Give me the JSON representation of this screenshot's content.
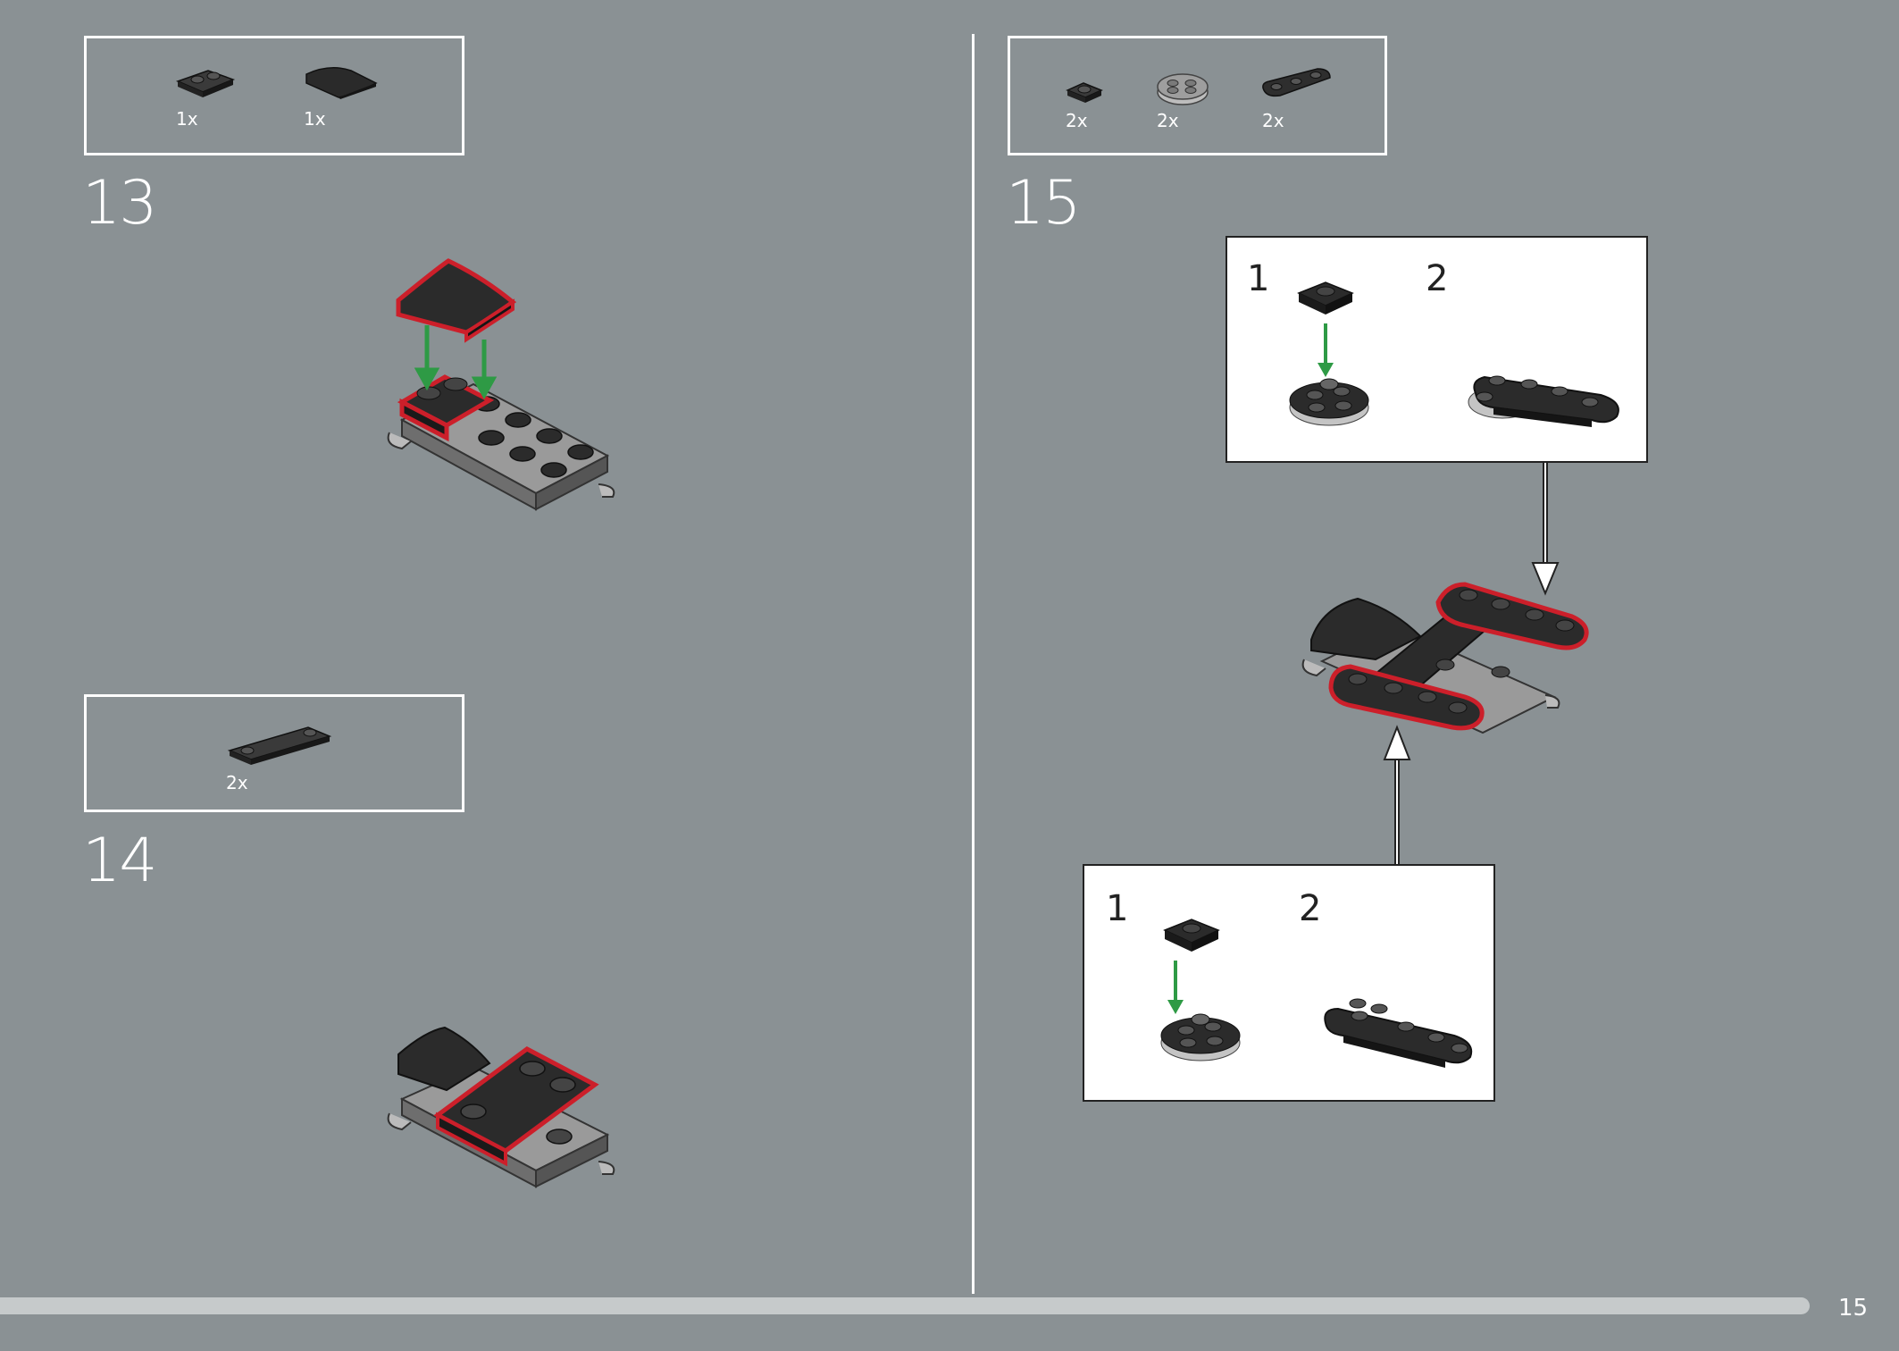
{
  "page": {
    "number": "15"
  },
  "steps": [
    {
      "number": "13",
      "parts": [
        {
          "qty": "1x",
          "icon": "plate-1x2-icon"
        },
        {
          "qty": "1x",
          "icon": "curved-slope-icon"
        }
      ]
    },
    {
      "number": "14",
      "parts": [
        {
          "qty": "2x",
          "icon": "plate-1x4-icon"
        }
      ]
    },
    {
      "number": "15",
      "parts": [
        {
          "qty": "2x",
          "icon": "plate-1x1-icon"
        },
        {
          "qty": "2x",
          "icon": "round-plate-icon"
        },
        {
          "qty": "2x",
          "icon": "plate-rounded-1x3-icon"
        }
      ],
      "substeps": {
        "top": {
          "a": "1",
          "b": "2"
        },
        "bottom": {
          "a": "1",
          "b": "2"
        }
      }
    }
  ],
  "colors": {
    "background": "#8a9194",
    "brick": "#2b2b2b",
    "highlight": "#cc1f2a",
    "arrow": "#2e9a45"
  }
}
